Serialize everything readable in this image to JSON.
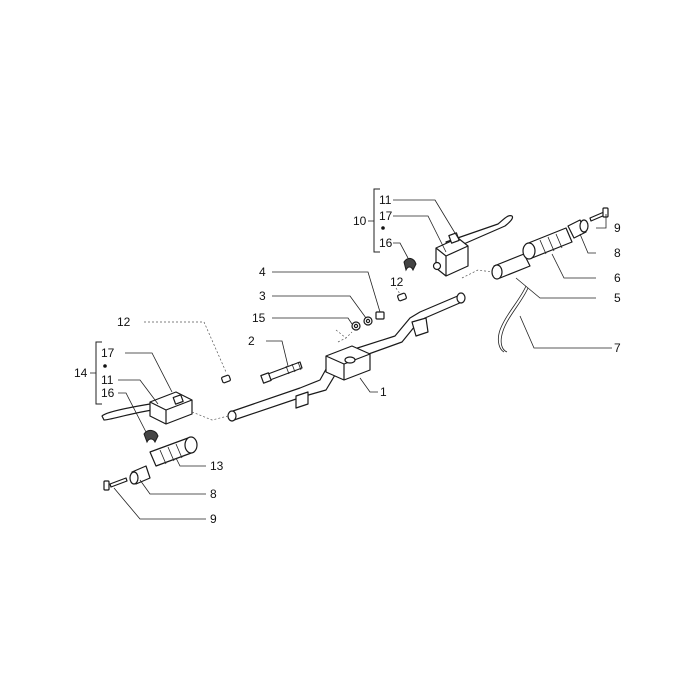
{
  "callouts": {
    "c1": "1",
    "c2": "2",
    "c3": "3",
    "c4": "4",
    "c5": "5",
    "c6": "6",
    "c7": "7",
    "c8_right": "8",
    "c8_left": "8",
    "c9_right": "9",
    "c9_left": "9",
    "c10": "10",
    "c11_right": "11",
    "c11_left": "11",
    "c12_left": "12",
    "c12_right": "12",
    "c13": "13",
    "c14": "14",
    "c15": "15",
    "c16_right": "16",
    "c16_left": "16",
    "c17_right": "17",
    "c17_left": "17"
  },
  "colors": {
    "line": "#1a1a1a",
    "background": "#ffffff"
  }
}
